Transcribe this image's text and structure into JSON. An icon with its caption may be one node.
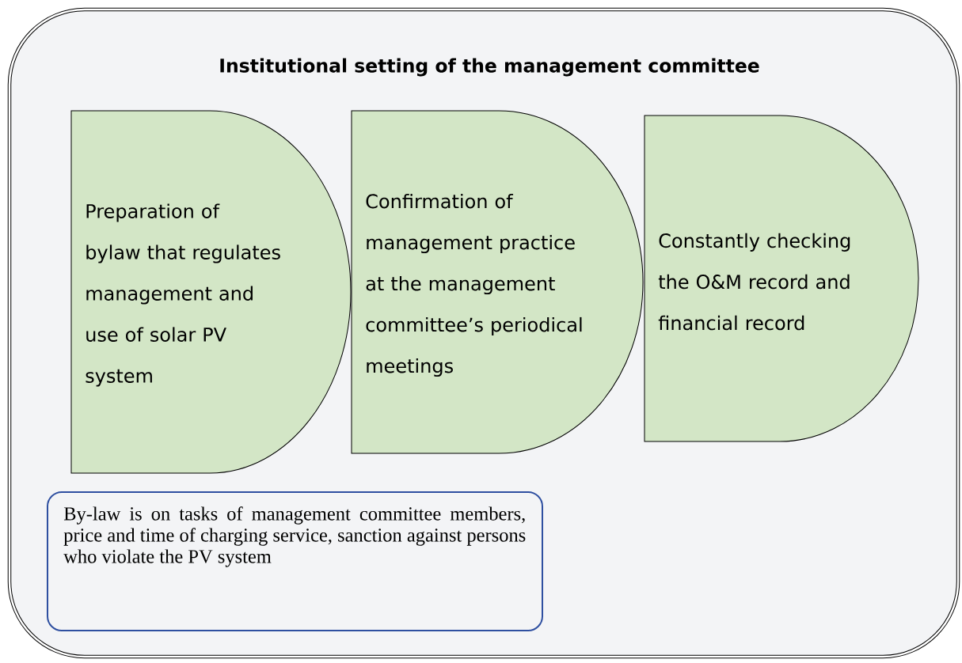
{
  "diagram": {
    "nodes": [
      {
        "text": [
          "Institutional setting of the management committee"
        ]
      },
      {
        "text": [
          "Preparation of bylaw that regulates management and use of solar PV system"
        ],
        "in": 0
      },
      {
        "text": [
          "Confirmation of management practice at the management committee’s periodical meetings"
        ],
        "in": 0
      },
      {
        "text": [
          "Constantly checking the O&M record and financial record"
        ],
        "in": 0
      },
      {
        "text": [
          "By-law is on tasks of management committee members, price and time of charging service, sanction against persons who violate the PV system"
        ],
        "in": 0
      }
    ]
  }
}
